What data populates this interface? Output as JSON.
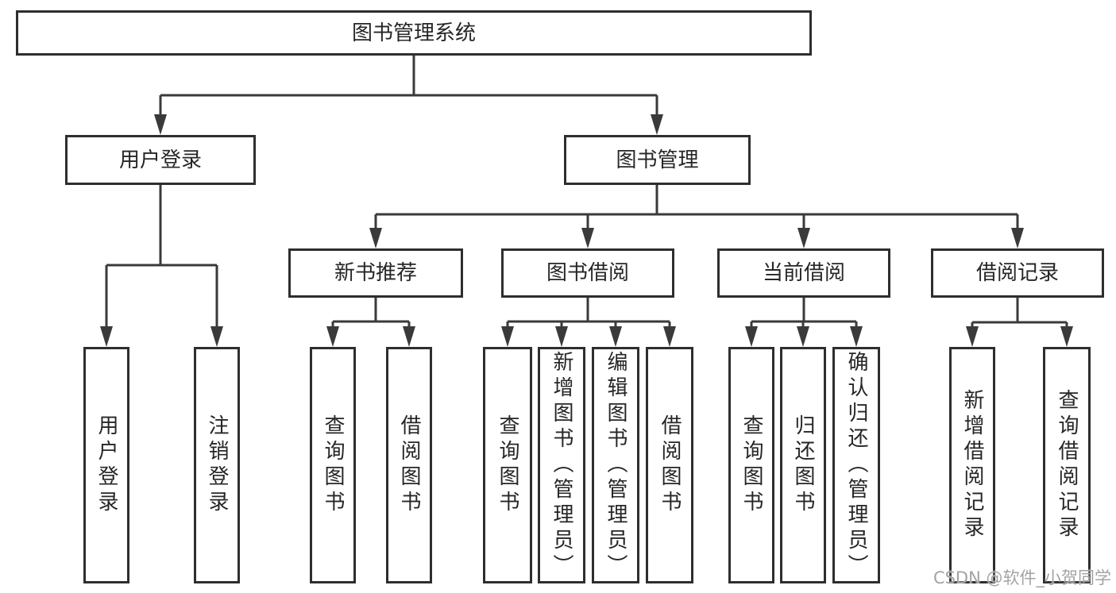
{
  "diagram": {
    "title": "图书管理系统",
    "tree": {
      "label": "图书管理系统",
      "children": [
        {
          "label": "用户登录",
          "children": [
            {
              "label": "用户登录"
            },
            {
              "label": "注销登录"
            }
          ]
        },
        {
          "label": "图书管理",
          "children": [
            {
              "label": "新书推荐",
              "children": [
                {
                  "label": "查询图书"
                },
                {
                  "label": "借阅图书"
                }
              ]
            },
            {
              "label": "图书借阅",
              "children": [
                {
                  "label": "查询图书"
                },
                {
                  "label": "新增图书（管理员）"
                },
                {
                  "label": "编辑图书（管理员）"
                },
                {
                  "label": "借阅图书"
                }
              ]
            },
            {
              "label": "当前借阅",
              "children": [
                {
                  "label": "查询图书"
                },
                {
                  "label": "归还图书"
                },
                {
                  "label": "确认归还（管理员）"
                }
              ]
            },
            {
              "label": "借阅记录",
              "children": [
                {
                  "label": "新增借阅记录"
                },
                {
                  "label": "查询借阅记录"
                }
              ]
            }
          ]
        }
      ]
    }
  },
  "watermark": {
    "text": "CSDN @软件_小贺同学"
  },
  "colors": {
    "background": "#ffffff",
    "line": "#3a3a3a",
    "box_border": "#2e2e2e",
    "text": "#262626",
    "watermark": "#a3a3a3"
  }
}
